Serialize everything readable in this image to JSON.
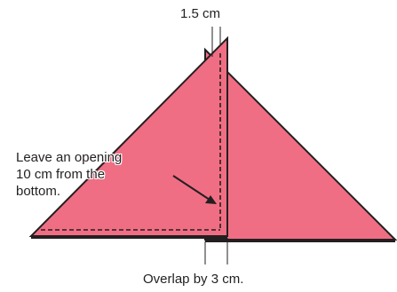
{
  "labels": {
    "seam_width": "1.5 cm",
    "overlap": "Overlap by 3 cm.",
    "note_lines": [
      "Leave an opening",
      "10 cm from the",
      "bottom."
    ]
  },
  "colors": {
    "fabric": "#f06e84",
    "outline": "#231f20",
    "stitch": "#231f20",
    "background": "#ffffff"
  }
}
